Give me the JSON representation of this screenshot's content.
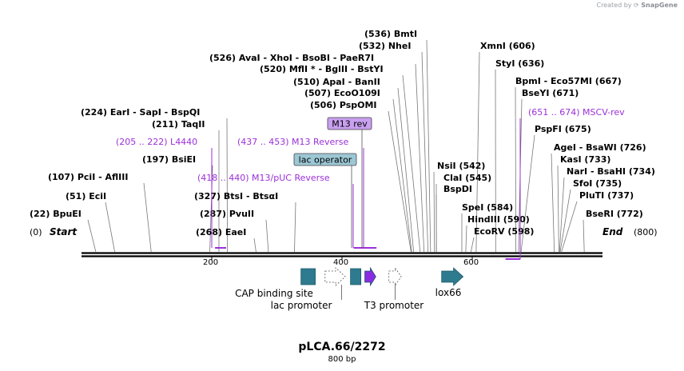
{
  "brand": {
    "prefix": "Created by",
    "name": "SnapGene"
  },
  "plasmid": {
    "name": "pLCA.66/2272",
    "size": "800 bp",
    "length": 800
  },
  "ruler": {
    "ticks": [
      200,
      400,
      600
    ]
  },
  "ends": {
    "start": {
      "label": "Start",
      "pos": "(0)"
    },
    "end": {
      "label": "End",
      "pos": "(800)"
    }
  },
  "sites": [
    {
      "bp": 22,
      "text": "(22)  BpuEI"
    },
    {
      "bp": 51,
      "text": "(51)  EciI"
    },
    {
      "bp": 107,
      "text": "(107)  PciI  -  AflIII"
    },
    {
      "bp": 197,
      "text": "(197)  BsiEI"
    },
    {
      "bp": 211,
      "text": "(211)  TaqII"
    },
    {
      "bp": 224,
      "text": "(224)  EarI  -  SapI  -  BspQI"
    },
    {
      "bp": 268,
      "text": "(268)  EaeI"
    },
    {
      "bp": 287,
      "text": "(287)  PvuII"
    },
    {
      "bp": 327,
      "text": "(327)  BtsI  -  BtsαI"
    },
    {
      "bp": 506,
      "text": "(506)  PspOMI"
    },
    {
      "bp": 507,
      "text": "(507)  EcoO109I"
    },
    {
      "bp": 510,
      "text": "(510)  ApaI  -  BanII"
    },
    {
      "bp": 520,
      "text": "(520)  MflI *  -  BglII  -  BstYI"
    },
    {
      "bp": 526,
      "text": "(526)  AvaI  -  XhoI  -  BsoBI  -  PaeR7I"
    },
    {
      "bp": 532,
      "text": "(532)  NheI"
    },
    {
      "bp": 536,
      "text": "(536)  BmtI"
    },
    {
      "bp": 542,
      "text": "NsiI  (542)"
    },
    {
      "bp": 545,
      "text": "ClaI  (545)"
    },
    {
      "bp": 545,
      "text": "BspDI"
    },
    {
      "bp": 584,
      "text": "SpeI  (584)"
    },
    {
      "bp": 590,
      "text": "HindIII  (590)"
    },
    {
      "bp": 598,
      "text": "EcoRV  (598)"
    },
    {
      "bp": 606,
      "text": "XmnI  (606)"
    },
    {
      "bp": 636,
      "text": "StyI  (636)"
    },
    {
      "bp": 667,
      "text": "BpmI  -  Eco57MI  (667)"
    },
    {
      "bp": 671,
      "text": "BseYI  (671)"
    },
    {
      "bp": 675,
      "text": "PspFI  (675)"
    },
    {
      "bp": 726,
      "text": "AgeI  -  BsaWI  (726)"
    },
    {
      "bp": 733,
      "text": "KasI  (733)"
    },
    {
      "bp": 734,
      "text": "NarI  -  BsaHI  (734)"
    },
    {
      "bp": 735,
      "text": "SfoI  (735)"
    },
    {
      "bp": 737,
      "text": "PluTI  (737)"
    },
    {
      "bp": 772,
      "text": "BseRI  (772)"
    }
  ],
  "primers": [
    {
      "range": "(205 .. 222)",
      "name": "L4440",
      "start": 205,
      "end": 222
    },
    {
      "range": "(418 .. 440)",
      "name": "M13/pUC Reverse",
      "start": 418,
      "end": 440
    },
    {
      "range": "(437 .. 453)",
      "name": "M13 Reverse",
      "start": 437,
      "end": 453
    },
    {
      "range": "(651 .. 674)",
      "name": "MSCV-rev",
      "start": 651,
      "end": 674
    }
  ],
  "boxed_labels": [
    {
      "text": "M13 rev",
      "color": "#c9a0f0"
    },
    {
      "text": "lac operator",
      "color": "#9cc7d4"
    }
  ],
  "features": [
    {
      "name": "CAP binding site",
      "type": "box",
      "color": "#2e7a8e",
      "start": 337,
      "end": 359
    },
    {
      "name": "lac promoter",
      "type": "arrow",
      "color": "#ffffff",
      "start": 374,
      "end": 405
    },
    {
      "name": "lac operator",
      "type": "box",
      "color": "#2e7a8e",
      "start": 413,
      "end": 429
    },
    {
      "name": "M13 rev",
      "type": "arrow",
      "color": "#8a2be2",
      "start": 435,
      "end": 452
    },
    {
      "name": "T3 promoter",
      "type": "arrow",
      "color": "#ffffff",
      "start": 472,
      "end": 491
    },
    {
      "name": "lox66",
      "type": "arrow",
      "color": "#2e7a8e",
      "start": 553,
      "end": 586
    }
  ],
  "colors": {
    "primer": "#9b30d9",
    "backbone": "#000000",
    "feature_teal": "#2e7a8e"
  }
}
